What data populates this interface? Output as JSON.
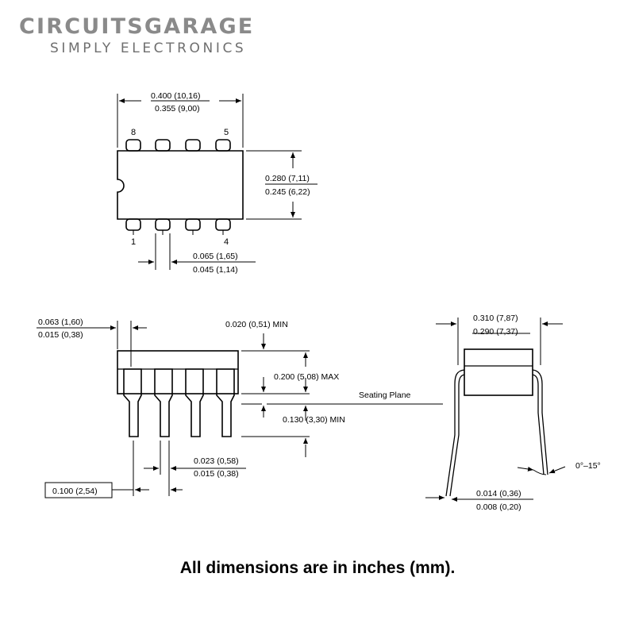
{
  "brand": {
    "name": "CIRCUITSGARAGE",
    "tagline": "SIMPLY ELECTRONICS"
  },
  "dims": {
    "body_length": {
      "max": "0.400 (10,16)",
      "min": "0.355 (9,00)"
    },
    "body_width": {
      "max": "0.280 (7,11)",
      "min": "0.245 (6,22)"
    },
    "pin_width_top": {
      "max": "0.065 (1,65)",
      "min": "0.045 (1,14)"
    },
    "end_lead": {
      "max": "0.063 (1,60)",
      "min": "0.015 (0,38)"
    },
    "standoff": {
      "text": "0.020 (0,51) MIN"
    },
    "height": {
      "text": "0.200 (5,08) MAX"
    },
    "lead_length": {
      "text": "0.130 (3,30) MIN"
    },
    "lead_width": {
      "max": "0.023 (0,58)",
      "min": "0.015 (0,38)"
    },
    "pitch": {
      "text": "0.100 (2,54)"
    },
    "row_spacing": {
      "max": "0.310 (7,87)",
      "min": "0.290 (7,37)"
    },
    "lead_thickness": {
      "max": "0.014 (0,36)",
      "min": "0.008 (0,20)"
    },
    "angle": {
      "text": "0°–15°"
    }
  },
  "labels": {
    "seating_plane": "Seating Plane"
  },
  "pins": {
    "p8": "8",
    "p5": "5",
    "p1": "1",
    "p4": "4"
  },
  "footer": {
    "note": "All dimensions are in inches (mm)."
  }
}
